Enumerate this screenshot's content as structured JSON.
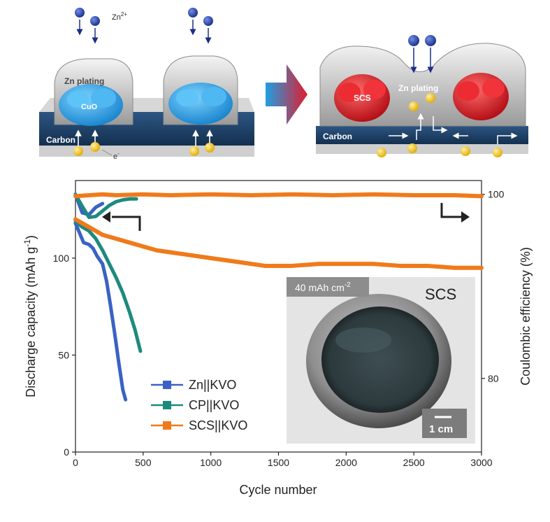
{
  "schematic": {
    "ion_label": "Zn",
    "ion_charge": "2+",
    "left_plating": "Zn plating",
    "left_core": "CuO",
    "left_substrate": "Carbon",
    "left_electron": "e",
    "left_electron_charge": "-",
    "right_core": "SCS",
    "right_plating": "Zn plating",
    "right_substrate": "Carbon"
  },
  "inset": {
    "capacity_label": "40 mAh cm",
    "capacity_exp": "-2",
    "sample_label": "SCS",
    "scale_label": "1 cm"
  },
  "colors": {
    "zn_kvo": "#3a62c4",
    "cp_kvo": "#1d8a7e",
    "scs_kvo": "#f07a1a",
    "substrate": "#1d3b5e",
    "ion": "#2a45a6",
    "electron": "#f2c21b",
    "cuo": "#2aa4e8",
    "scs": "#d9141c"
  },
  "chart_data": {
    "type": "line",
    "xlabel": "Cycle number",
    "ylabel": "Discharge capacity (mAh g",
    "ylabel_sup": "-1",
    "ylabel_end": ")",
    "y2label": "Coulombic efficiency (%)",
    "xlim": [
      0,
      3000
    ],
    "ylim": [
      0,
      140
    ],
    "y2lim": [
      72,
      101.5
    ],
    "xticks": [
      0,
      500,
      1000,
      1500,
      2000,
      2500,
      3000
    ],
    "yticks": [
      0,
      50,
      100
    ],
    "y2ticks": [
      80,
      100
    ],
    "legend_position": "bottom-left",
    "series": [
      {
        "name": "Zn||KVO",
        "axis": "left",
        "x": [
          0,
          30,
          60,
          100,
          130,
          160,
          200,
          230,
          260,
          290,
          320,
          350,
          370
        ],
        "y": [
          118,
          113,
          108,
          107,
          105,
          101,
          97,
          88,
          75,
          61,
          46,
          32,
          27
        ]
      },
      {
        "name": "CP||KVO",
        "axis": "left",
        "x": [
          0,
          50,
          100,
          150,
          200,
          250,
          300,
          350,
          400,
          440,
          480
        ],
        "y": [
          119,
          116,
          114,
          110,
          104,
          97,
          90,
          82,
          72,
          63,
          52
        ]
      },
      {
        "name": "SCS||KVO",
        "axis": "left",
        "x": [
          0,
          100,
          200,
          300,
          400,
          500,
          600,
          800,
          1000,
          1200,
          1400,
          1600,
          1800,
          2000,
          2200,
          2400,
          2600,
          2800,
          3000
        ],
        "y": [
          120,
          116,
          112,
          110,
          108,
          106,
          104,
          102,
          100,
          98,
          96,
          96,
          97,
          97,
          97,
          96,
          96,
          95,
          95
        ]
      },
      {
        "name": "Zn||KVO",
        "axis": "right",
        "x": [
          0,
          50,
          100,
          150,
          200
        ],
        "y": [
          100,
          98,
          97.8,
          98.6,
          99
        ]
      },
      {
        "name": "CP||KVO",
        "axis": "right",
        "x": [
          0,
          50,
          100,
          150,
          200,
          250,
          300,
          350,
          400,
          450
        ],
        "y": [
          100,
          98.7,
          97.5,
          97.6,
          98.2,
          98.8,
          99.2,
          99.4,
          99.5,
          99.5
        ]
      },
      {
        "name": "SCS||KVO",
        "axis": "right",
        "x": [
          0,
          100,
          200,
          300,
          500,
          700,
          1000,
          1300,
          1600,
          1900,
          2200,
          2500,
          2800,
          3000
        ],
        "y": [
          99.8,
          99.9,
          100,
          99.9,
          100,
          99.9,
          100,
          99.9,
          100,
          99.9,
          100,
          99.9,
          99.9,
          99.8
        ]
      }
    ]
  }
}
